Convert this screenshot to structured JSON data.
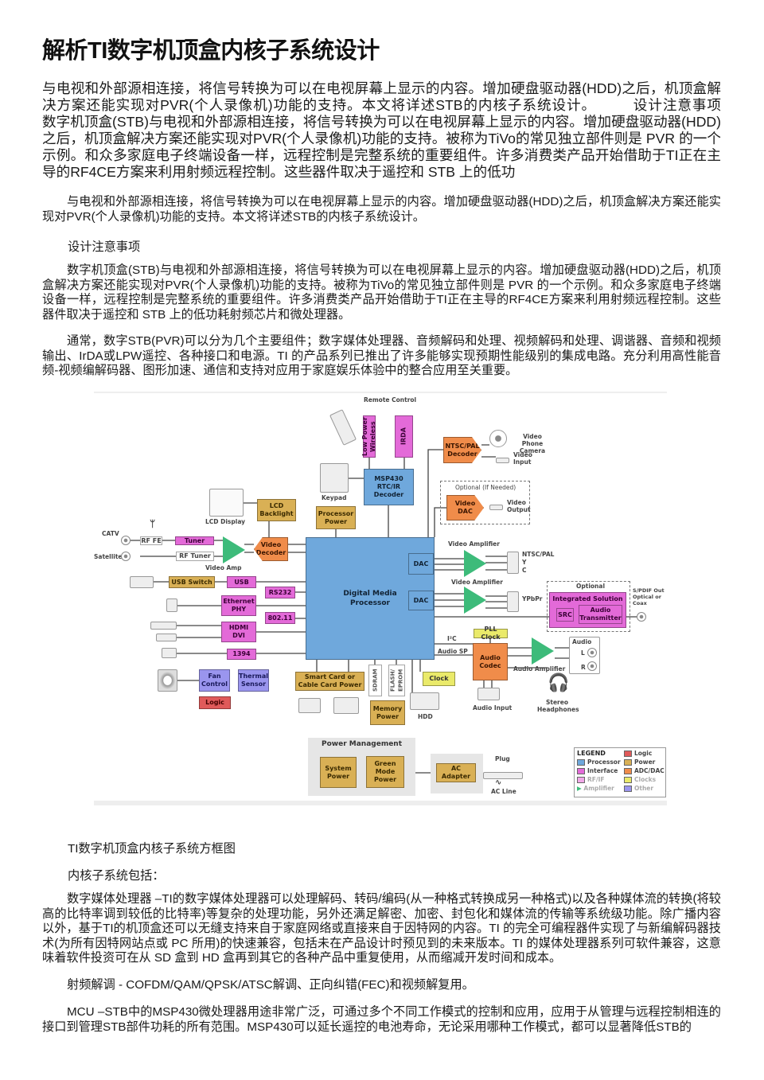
{
  "title": "解析TI数字机顶盒内核子系统设计",
  "lead": "与电视和外部源相连接，将信号转换为可以在电视屏幕上显示的内容。增加硬盘驱动器(HDD)之后，机顶盒解决方案还能实现对PVR(个人录像机)功能的支持。本文将详述STB的内核子系统设计。　　　设计注意事项　　　数字机顶盒(STB)与电视和外部源相连接，将信号转换为可以在电视屏幕上显示的内容。增加硬盘驱动器(HDD)之后，机顶盒解决方案还能实现对PVR(个人录像机)功能的支持。被称为TiVo的常见独立部件则是 PVR 的一个示例。和众多家庭电子终端设备一样，远程控制是完整系统的重要组件。许多消费类产品开始借助于TI正在主导的RF4CE方案来利用射频远程控制。这些器件取决于遥控和 STB 上的低功",
  "para1": "与电视和外部源相连接，将信号转换为可以在电视屏幕上显示的内容。增加硬盘驱动器(HDD)之后，机顶盒解决方案还能实现对PVR(个人录像机)功能的支持。本文将详述STB的内核子系统设计。",
  "heading1": "设计注意事项",
  "para2": "数字机顶盒(STB)与电视和外部源相连接，将信号转换为可以在电视屏幕上显示的内容。增加硬盘驱动器(HDD)之后，机顶盒解决方案还能实现对PVR(个人录像机)功能的支持。被称为TiVo的常见独立部件则是 PVR 的一个示例。和众多家庭电子终端设备一样，远程控制是完整系统的重要组件。许多消费类产品开始借助于TI正在主导的RF4CE方案来利用射频远程控制。这些器件取决于遥控和 STB 上的低功耗射频芯片和微处理器。",
  "para3": "通常，数字STB(PVR)可以分为几个主要组件；数字媒体处理器、音频解码和处理、视频解码和处理、调谐器、音频和视频输出、IrDA或LPW遥控、各种接口和电源。TI 的产品系列已推出了许多能够实现预期性能级别的集成电路。充分利用高性能音频-视频编解码器、图形加速、通信和支持对应用于家庭娱乐体验中的整合应用至关重要。",
  "caption": "TI数字机顶盒内核子系统方框图",
  "heading2": "内核子系统包括：",
  "para4": "数字媒体处理器 –TI的数字媒体处理器可以处理解码、转码/编码(从一种格式转换成另一种格式)以及各种媒体流的转换(将较高的比特率调到较低的比特率)等复杂的处理功能，另外还满足解密、加密、封包化和媒体流的传输等系统级功能。除广播内容以外，基于TI的机顶盒还可以无缝支持来自于家庭网络或直接来自于因特网的内容。TI 的完全可编程器件实现了与新编解码器技术(为所有因特网站点或 PC 所用)的快速兼容，包括未在产品设计时预见到的未来版本。TI 的媒体处理器系列可软件兼容，这意味着软件投资可在从 SD 盒到 HD 盒再到其它的各种产品中重复使用，从而缩减开发时间和成本。",
  "para5": "射频解调 - COFDM/QAM/QPSK/ATSC解调、正向纠错(FEC)和视频解复用。",
  "para6": "MCU –STB中的MSP430微处理器用途非常广泛，可通过多个不同工作模式的控制和应用，应用于从管理与远程控制相连的接口到管理STB部件功耗的所有范围。MSP430可以延长遥控的电池寿命，无论采用哪种工作模式，都可以显著降低STB的",
  "diagram": {
    "remote_control": "Remote Control",
    "low_power_wireless": "Low Power Wireless",
    "irda": "IRDA",
    "msp430": "MSP430 RTC/IR Decoder",
    "keypad": "Keypad",
    "lcd_display": "LCD Display",
    "lcd_backlight": "LCD Backlight",
    "processor_power": "Processor Power",
    "catv": "CATV",
    "satellite": "Satellite",
    "rf_fe": "RF FE",
    "tuner": "Tuner",
    "rf_tuner": "RF Tuner",
    "video_amp": "Video Amp",
    "video_decoder": "Video Decoder",
    "dmp": "Digital Media Processor",
    "dac": "DAC",
    "usb_switch": "USB Switch",
    "usb": "USB",
    "rs232": "RS232",
    "ethernet_phy": "Ethernet PHY",
    "wifi": "802.11",
    "hdmi_dvi": "HDMI DVI",
    "ieee1394": "1394",
    "fan_control": "Fan Control",
    "thermal_sensor": "Thermal Sensor",
    "logic": "Logic",
    "smart_card": "Smart Card or Cable Card Power",
    "sdram": "SDRAM",
    "flash": "FLASH/ EPROM",
    "memory_power": "Memory Power",
    "hdd": "HDD",
    "clock": "Clock",
    "pll_clock": "PLL Clock",
    "i2c": "I²C",
    "audio_sp": "Audio SP",
    "audio_codec": "Audio Codec",
    "audio_amplifier": "Audio Amplifier",
    "audio": "Audio",
    "l": "L",
    "r": "R",
    "stereo_headphones": "Stereo Headphones",
    "audio_input": "Audio Input",
    "optional": "Optional",
    "integrated_solution": "Integrated Solution",
    "src": "SRC",
    "audio_transmitter": "Audio Transmitter",
    "spdif": "S/PDIF Out Optical or Coax",
    "video_amplifier": "Video Amplifier",
    "ntsc_pal": "NTSC/PAL",
    "y": "Y",
    "c": "C",
    "ypbpr": "YPbPr",
    "ntsc_pal_decoder": "NTSC/PAL Decoder",
    "video_phone_camera": "Video Phone Camera",
    "video_input": "Video Input",
    "optional_if_needed": "Optional (If Needed)",
    "video_dac": "Video DAC",
    "video_output": "Video Output",
    "power_management": "Power Management",
    "system_power": "System Power",
    "green_mode_power": "Green Mode Power",
    "ac_adapter": "AC Adapter",
    "plug": "Plug",
    "ac_line": "AC Line",
    "legend": {
      "title": "LEGEND",
      "items": [
        {
          "label": "Processor",
          "color": "#6fa8dc"
        },
        {
          "label": "Interface",
          "color": "#e36ad8"
        },
        {
          "label": "RF/IF",
          "color": "#f0a8e8"
        },
        {
          "label": "Amplifier",
          "color": "#3dbb7a"
        },
        {
          "label": "Logic",
          "color": "#e05a5a"
        },
        {
          "label": "Power",
          "color": "#d9b055"
        },
        {
          "label": "ADC/DAC",
          "color": "#f08c4a"
        },
        {
          "label": "Clocks",
          "color": "#eaea6a"
        },
        {
          "label": "Other",
          "color": "#9a95ee"
        }
      ]
    }
  }
}
